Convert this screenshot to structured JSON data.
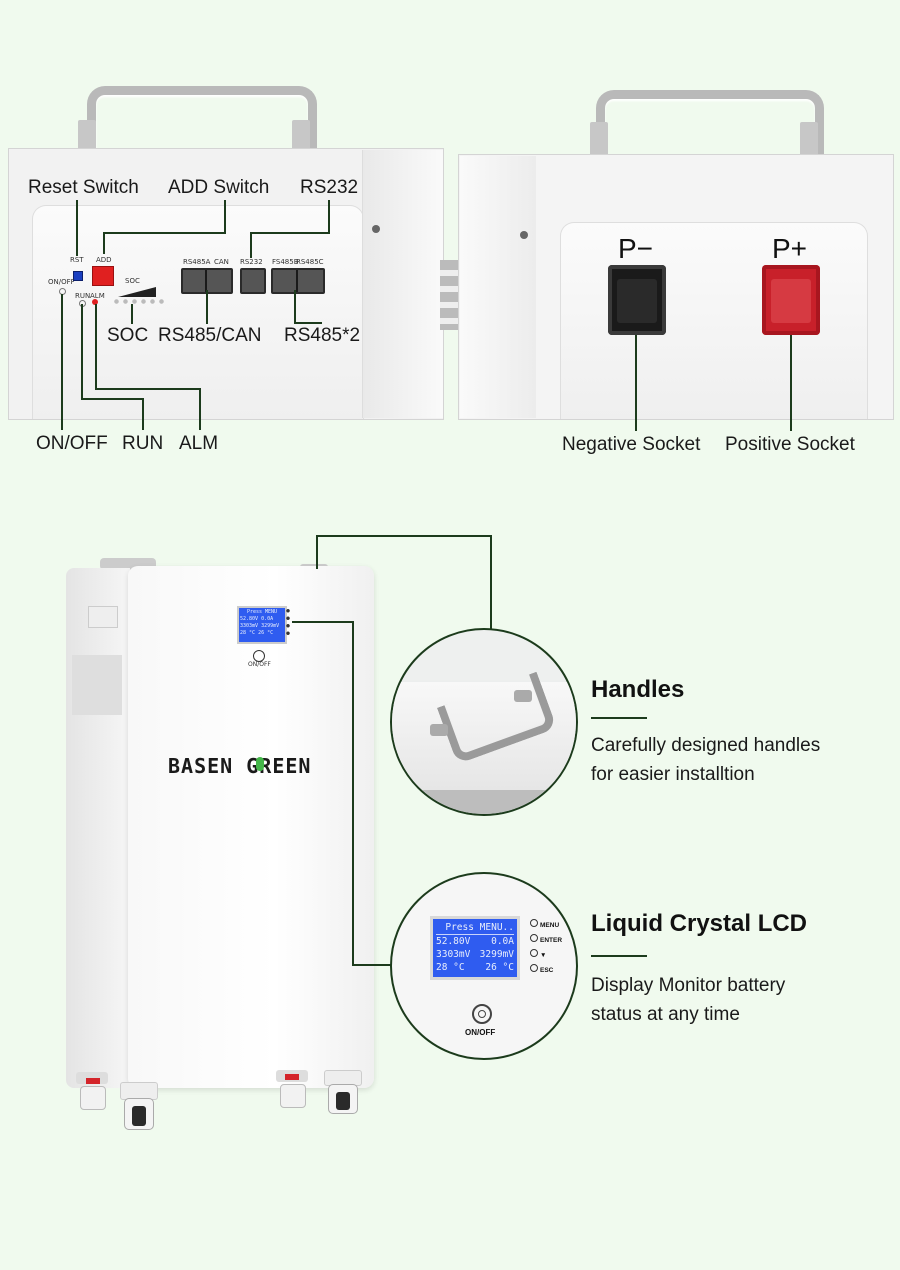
{
  "top_left_panel": {
    "labels": {
      "reset_switch": "Reset Switch",
      "add_switch": "ADD Switch",
      "rs232": "RS232",
      "soc": "SOC",
      "rs485_can": "RS485/CAN",
      "rs485x2": "RS485*2",
      "on_off": "ON/OFF",
      "run": "RUN",
      "alm": "ALM"
    },
    "printed": {
      "rst": "RST",
      "add": "ADD",
      "soc": "SOC",
      "on_off": "ON/OFF",
      "run": "RUN",
      "alm": "ALM",
      "rs485a": "RS485A",
      "can": "CAN",
      "rs232": "RS232",
      "rs485b": "FS485B",
      "rs485c": "RS485C"
    }
  },
  "top_right_panel": {
    "p_minus": "P−",
    "p_plus": "P+",
    "negative_socket": "Negative Socket",
    "positive_socket": "Positive Socket"
  },
  "battery": {
    "logo_text": "BASEN GREEN",
    "on_off_label": "ON/OFF",
    "lcd_small": {
      "header": "Press MENU",
      "row1": [
        "52.80V",
        "0.0A"
      ],
      "row2": [
        "3303mV",
        "3299mV"
      ],
      "row3": [
        "28 °C",
        "26 °C"
      ]
    }
  },
  "features": [
    {
      "title": "Handles",
      "description_line1": "Carefully designed handles",
      "description_line2": "for easier installtion"
    },
    {
      "title": "Liquid Crystal LCD",
      "description_line1": "Display Monitor battery",
      "description_line2": "status at any time"
    }
  ],
  "lcd_zoom": {
    "header": "Press MENU..",
    "row1": [
      "52.80V",
      "0.0A"
    ],
    "row2": [
      "3303mV",
      "3299mV"
    ],
    "row3": [
      "28 °C",
      "26 °C"
    ],
    "buttons": [
      "MENU",
      "ENTER",
      "▼",
      "ESC"
    ],
    "power_label": "ON/OFF"
  },
  "colors": {
    "background": "#f0faee",
    "leader_line": "#1c3b1c",
    "lcd_blue": "#2f5cf0",
    "positive_red": "#c8202a",
    "negative_black": "#1a1a1a",
    "dip_switch_red": "#e02020"
  }
}
